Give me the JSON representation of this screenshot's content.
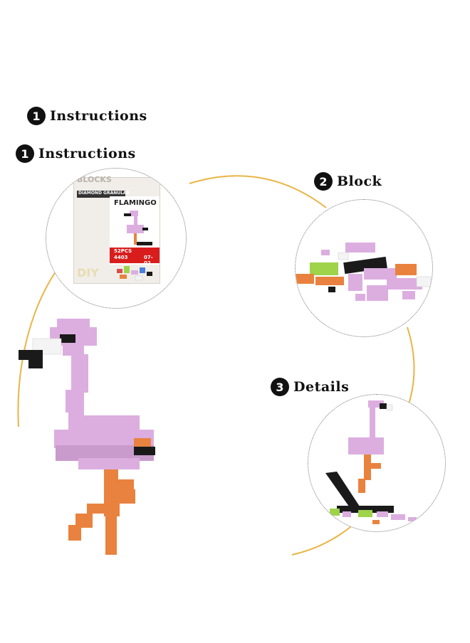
{
  "steps": {
    "top": {
      "number": "1",
      "label": "Instructions"
    },
    "instructions": {
      "number": "1",
      "label": "Instructions"
    },
    "block": {
      "number": "2",
      "label": "Block"
    },
    "details": {
      "number": "3",
      "label": "Details"
    }
  },
  "package": {
    "name": "FLAMINGO",
    "pieces": "52PCS",
    "model": "4403",
    "series": "07-02"
  },
  "colors": {
    "arc": "#e8b546",
    "pink": "#dcaee0",
    "pink_dark": "#b988c0",
    "orange": "#e9823e",
    "black": "#1a1a1a",
    "white_brick": "#f4f4f4",
    "green": "#9ed34a"
  }
}
